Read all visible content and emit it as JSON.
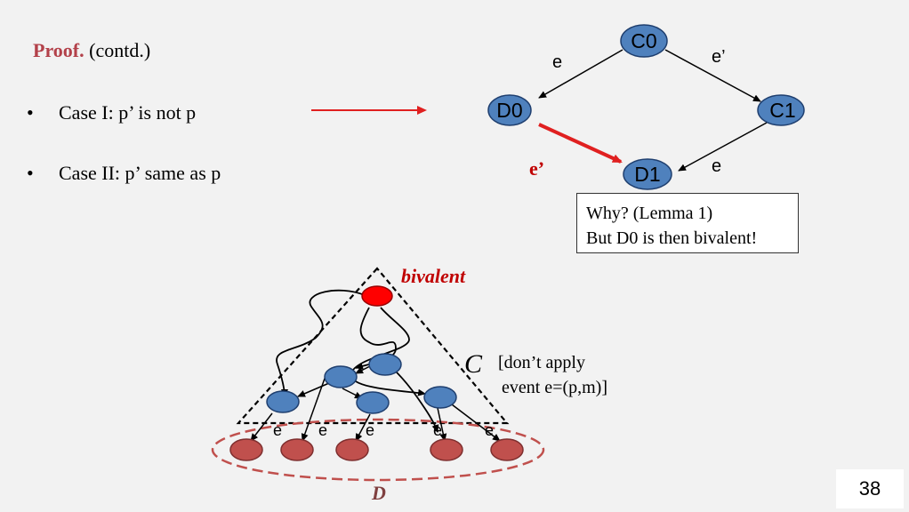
{
  "heading": {
    "bold": "Proof.",
    "rest": "(contd.)"
  },
  "cases": [
    {
      "bullet": "•",
      "text": "Case I: p’ is not p"
    },
    {
      "bullet": "•",
      "text": "Case II: p’ same as p"
    }
  ],
  "graph": {
    "nodes": {
      "c0": "C0",
      "c1": "C1",
      "d0": "D0",
      "d1": "D1"
    },
    "edges": {
      "c0_d0": "e",
      "c0_c1": "e’",
      "d0_d1": "e’",
      "c1_d1": "e"
    }
  },
  "why_box": {
    "line1": "Why? (Lemma 1)",
    "line2": "But D0 is then bivalent!"
  },
  "triangle": {
    "bivalent": "bivalent",
    "c": "C",
    "note_line1": "[don’t apply",
    "note_line2": "event e=(p,m)]",
    "d": "D",
    "edge_labels": [
      "e",
      "e",
      "e",
      "e",
      "e"
    ]
  },
  "colors": {
    "node_blue": "#4f81bd",
    "node_red": "#c0504d",
    "bivalent_red": "#ff0000",
    "arrow_red": "#e02020"
  },
  "page_number": "38"
}
